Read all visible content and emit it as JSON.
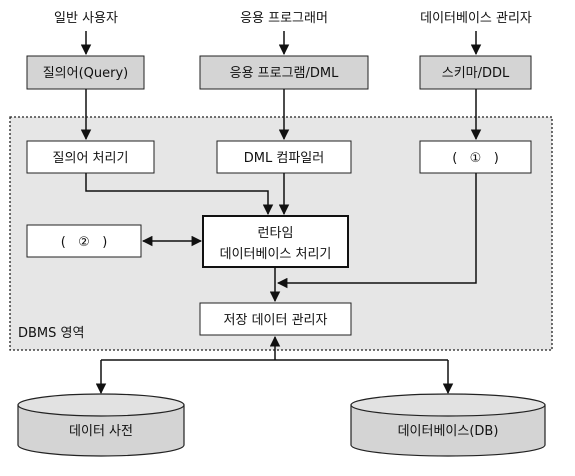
{
  "users": {
    "general": "일반 사용자",
    "programmer": "응용 프로그래머",
    "dba": "데이터베이스 관리자"
  },
  "inputs": {
    "query": "질의어(Query)",
    "app_program": "응용 프로그램/DML",
    "schema": "스키마/DDL"
  },
  "processors": {
    "query_processor": "질의어 처리기",
    "dml_compiler": "DML 컴파일러",
    "blank1": "(   ①   )",
    "blank2": "(   ②   )",
    "runtime_line1": "런타임",
    "runtime_line2": "데이터베이스 처리기",
    "storage_manager": "저장 데이터 관리자"
  },
  "region_label": "DBMS 영역",
  "storage": {
    "dictionary": "데이터 사전",
    "database": "데이터베이스(DB)"
  },
  "colors": {
    "region_fill": "#e6e6e6",
    "box_fill": "#d4d4d4",
    "cylinder_fill": "#d4d4d4"
  }
}
